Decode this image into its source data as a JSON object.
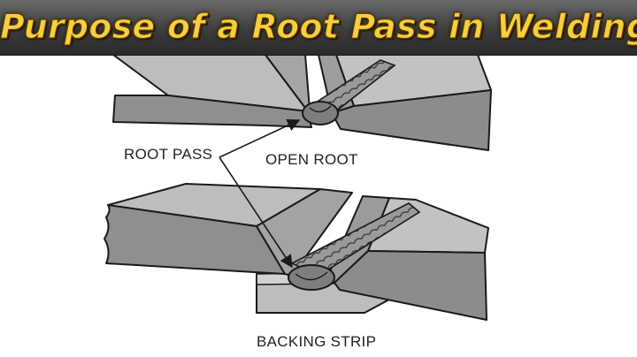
{
  "title": "Purpose of a Root Pass in Welding",
  "labels": {
    "root_pass": "ROOT PASS",
    "open_root": "OPEN ROOT",
    "backing_strip": "BACKING STRIP"
  },
  "colors": {
    "title_text": "#f6cf3a",
    "banner_bg": "#3d3d3d",
    "steel_dark": "#8e8e8e",
    "steel_mid": "#a8a8a8",
    "steel_light": "#bcbcbc",
    "outline": "#1a1a1a"
  }
}
